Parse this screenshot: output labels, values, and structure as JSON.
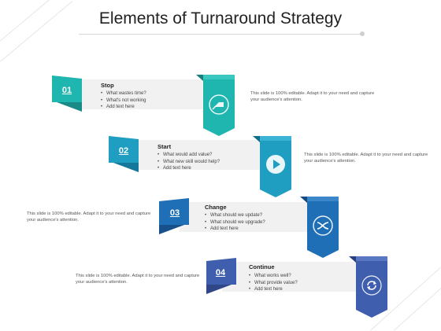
{
  "title": "Elements of Turnaround Strategy",
  "colors": {
    "teal": "#1fb6b0",
    "teal_dark": "#1a8a86",
    "cyan": "#1f9ec2",
    "cyan_dark": "#15789a",
    "blue": "#1f6fb6",
    "blue_dark": "#17508a",
    "indigo": "#3f5fae",
    "indigo_dark": "#2f4688",
    "bar": "#f1f1f1"
  },
  "steps": [
    {
      "num": "01",
      "title": "Stop",
      "bullets": [
        "What wastes time?",
        "What's not working",
        "Add text here"
      ],
      "desc": "This slide is 100% editable. Adapt it to your need and capture your audience's attention.",
      "icon": "rocket-icon"
    },
    {
      "num": "02",
      "title": "Start",
      "bullets": [
        "What would add value?",
        "What new skill would help?",
        "Add text here"
      ],
      "desc": "This slide is 100% editable. Adapt it to your need and capture your audience's attention.",
      "icon": "play-icon"
    },
    {
      "num": "03",
      "title": "Change",
      "bullets": [
        "What should we update?",
        "What should we upgrade?",
        "Add text here"
      ],
      "desc": "This slide is 100% editable. Adapt it to your need and capture your audience's attention.",
      "icon": "shuffle-icon"
    },
    {
      "num": "04",
      "title": "Continue",
      "bullets": [
        "What works well?",
        "What provide value?",
        "Add text here"
      ],
      "desc": "This slide is 100% editable. Adapt it to your need and capture your audience's attention.",
      "icon": "refresh-icon"
    }
  ]
}
